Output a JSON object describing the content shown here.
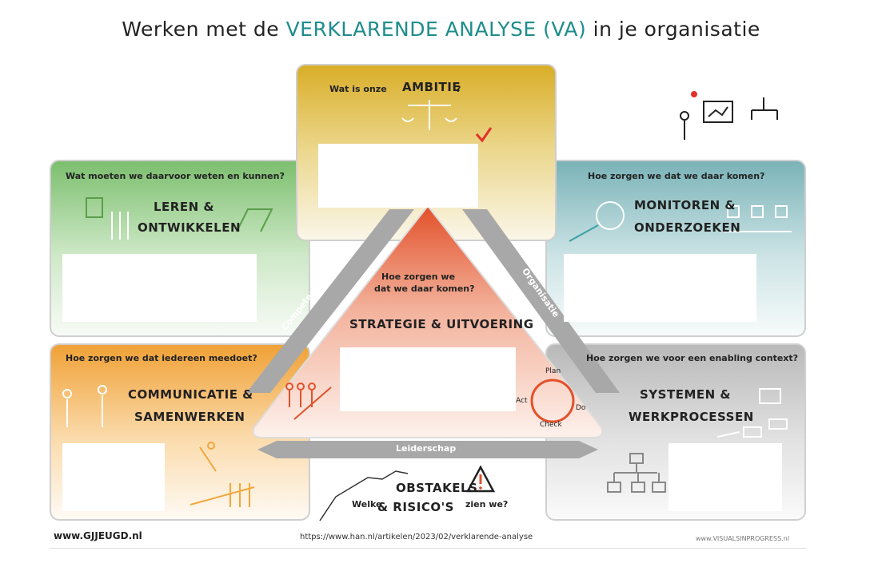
{
  "title": {
    "prefix": "Werken met de",
    "highlight": "VERKLARENDE ANALYSE (VA)",
    "suffix": "in je organisatie"
  },
  "ambitie": {
    "question": "Wat is onze",
    "label": "AMBITIE",
    "qmark": "?"
  },
  "leren": {
    "question": "Wat moeten we daarvoor weten en kunnen?",
    "line1": "LEREN &",
    "line2": "ONTWIKKELEN"
  },
  "monitoren": {
    "question": "Hoe zorgen we dat we daar komen?",
    "line1": "MONITOREN &",
    "line2": "ONDERZOEKEN"
  },
  "communicatie": {
    "question": "Hoe zorgen we dat iedereen meedoet?",
    "line1": "COMMUNICATIE &",
    "line2": "SAMENWERKEN"
  },
  "systemen": {
    "question": "Hoe zorgen we voor een enabling context?",
    "line1": "SYSTEMEN &",
    "line2": "WERKPROCESSEN"
  },
  "strategie": {
    "question_line1": "Hoe zorgen we",
    "question_line2": "dat we daar komen?",
    "label": "STRATEGIE & UITVOERING"
  },
  "pdca": {
    "plan": "Plan",
    "do": "Do",
    "check": "Check",
    "act": "Act"
  },
  "arrows": {
    "left": "Competenties",
    "right": "Organisatie",
    "bottom": "Leiderschap"
  },
  "obstakels": {
    "line1": "OBSTAKELS",
    "line2": "& RISICO'S",
    "pre": "Welke",
    "post": "zien we?"
  },
  "footer": {
    "left": "www.GJJEUGD.nl",
    "center": "https://www.han.nl/artikelen/2023/02/verklarende-analyse",
    "right": "www.VISUALSINPROGRESS.nl"
  },
  "colors": {
    "ambitie": "#d9b02a",
    "leren": "#6bb36b",
    "monitoren": "#6aaab0",
    "communicatie": "#f0a030",
    "systemen": "#b5b5b5",
    "strategie": "#e2512a",
    "accent": "#1f8d8d"
  }
}
